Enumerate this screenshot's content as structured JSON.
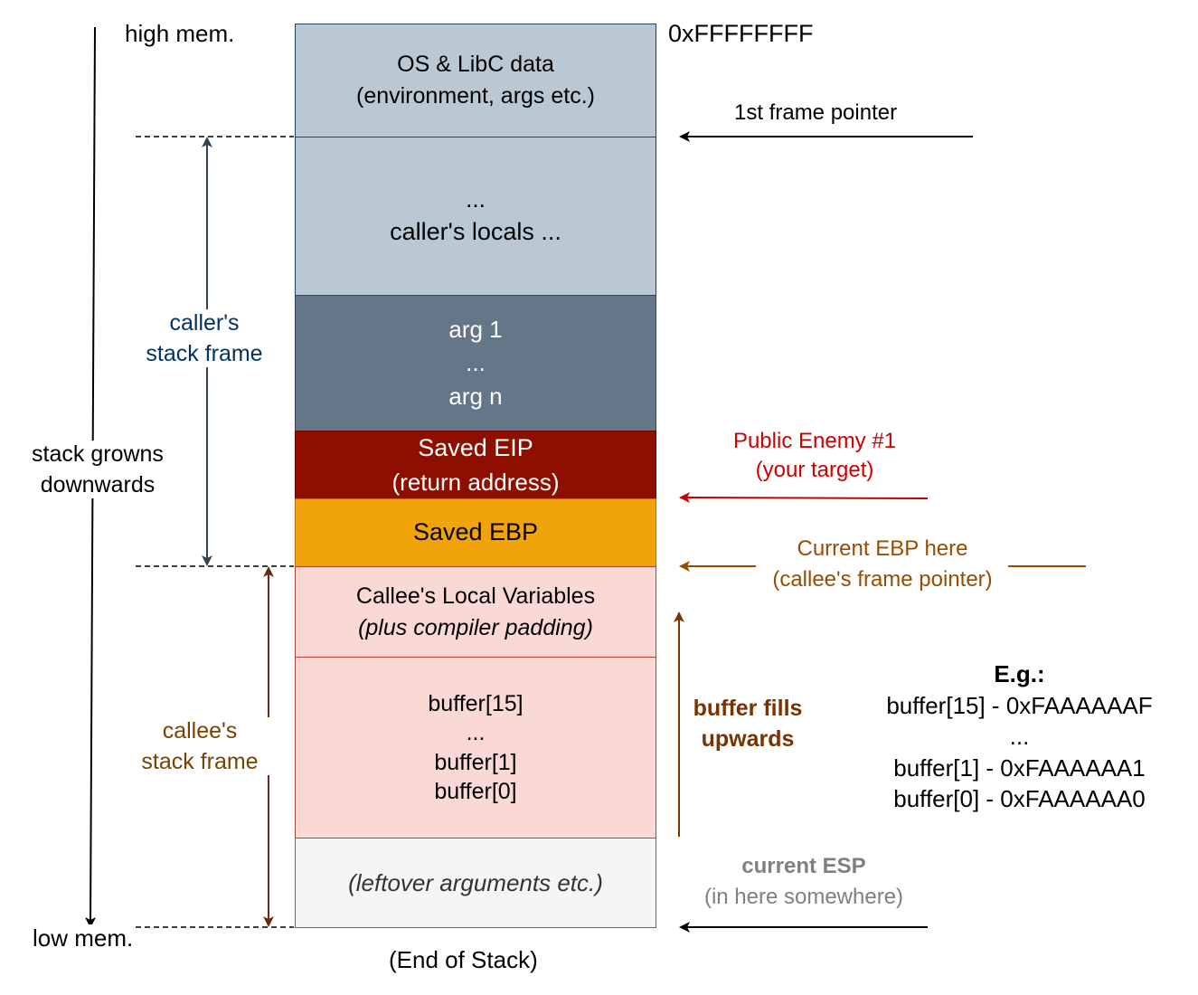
{
  "labels": {
    "high_mem": "high mem.",
    "low_mem": "low mem.",
    "addr_top": "0xFFFFFFFF",
    "end_of_stack": "(End of Stack)",
    "stack_grows_line1": "stack growns",
    "stack_grows_line2": "downwards",
    "caller_frame_line1": "caller's",
    "caller_frame_line2": "stack frame",
    "callee_frame_line1": "callee's",
    "callee_frame_line2": "stack frame"
  },
  "blocks": {
    "os_libc": {
      "line1": "OS & LibC data",
      "line2": "(environment, args etc.)",
      "color": "#b9c8d3"
    },
    "caller_locals": {
      "line1": "...",
      "line2": "caller's locals ...",
      "color": "#b9c8d3"
    },
    "args": {
      "line1": "arg 1",
      "line2": "...",
      "line3": "arg n",
      "color": "#647687"
    },
    "saved_eip": {
      "line1": "Saved EIP",
      "line2": "(return address)",
      "color": "#8e0f00"
    },
    "saved_ebp": {
      "line1": "Saved EBP",
      "color": "#f0a30a"
    },
    "callee_locals": {
      "line1": "Callee's Local Variables",
      "line2": "(plus compiler padding)",
      "color": "#fad9d5"
    },
    "buffer": {
      "line1": "buffer[15]",
      "line2": "...",
      "line3": "buffer[1]",
      "line4": "buffer[0]",
      "color": "#fad9d5"
    },
    "leftover": {
      "line1": "(leftover arguments etc.)",
      "color": "#f5f5f5"
    }
  },
  "annotations": {
    "first_frame_pointer": "1st frame pointer",
    "public_enemy_line1": "Public Enemy #1",
    "public_enemy_line2": "(your target)",
    "current_ebp_line1": "Current EBP here",
    "current_ebp_line2": "(callee's frame pointer)",
    "buffer_fills_line1": "buffer fills",
    "buffer_fills_line2": "upwards",
    "current_esp_line1": "current ESP",
    "current_esp_line2": "(in here somewhere)"
  },
  "example": {
    "title": "E.g.:",
    "line1": "buffer[15] - 0xFAAAAAAF",
    "line2": "...",
    "line3": "buffer[1] - 0xFAAAAAA1",
    "line4": "buffer[0] - 0xFAAAAAA0"
  },
  "colors": {
    "caller_frame_text": "#003366",
    "callee_frame_text": "#7a4100",
    "public_enemy": "#cc0000",
    "current_ebp": "#994c00",
    "buffer_fills": "#7a3300",
    "current_esp": "#808080",
    "callee_arrow": "#6b2b10",
    "caller_arrow": "#314354"
  }
}
